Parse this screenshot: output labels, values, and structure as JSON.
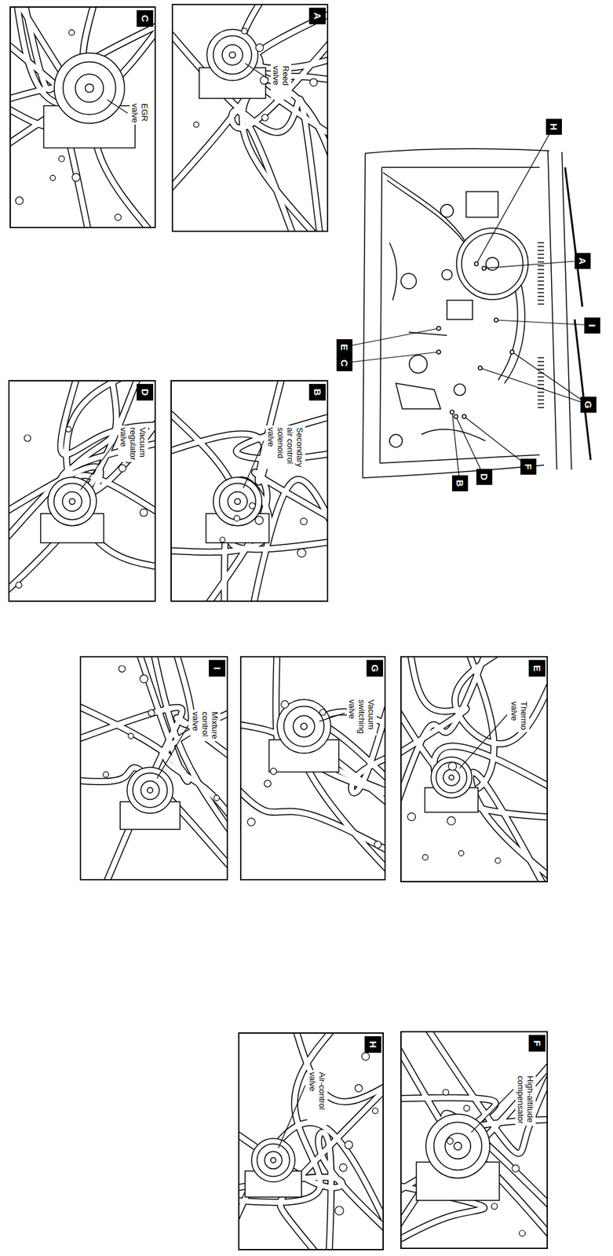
{
  "diagram": {
    "nodes": [
      {
        "text": [
          "A",
          "Reed valve"
        ]
      },
      {
        "text": [
          "C",
          "EGR valve"
        ]
      },
      {
        "text": [
          "B",
          "Secondary air control solenoid valve"
        ]
      },
      {
        "text": [
          "D",
          "Vacuum regulator valve"
        ]
      },
      {
        "text": [
          "E",
          "Thermo valve"
        ]
      },
      {
        "text": [
          "G",
          "Vacuum switching valve"
        ]
      },
      {
        "text": [
          "I",
          "Mixture control valve"
        ]
      },
      {
        "text": [
          "F",
          "High-altitude compensator"
        ]
      },
      {
        "text": [
          "H",
          "Air-control valve"
        ]
      },
      {
        "text": [
          "H"
        ]
      },
      {
        "text": [
          "A"
        ]
      },
      {
        "text": [
          "I"
        ]
      },
      {
        "text": [
          "G"
        ]
      },
      {
        "text": [
          "E"
        ]
      },
      {
        "text": [
          "C"
        ]
      },
      {
        "text": [
          "F"
        ]
      },
      {
        "text": [
          "D"
        ]
      },
      {
        "text": [
          "B"
        ]
      }
    ]
  }
}
